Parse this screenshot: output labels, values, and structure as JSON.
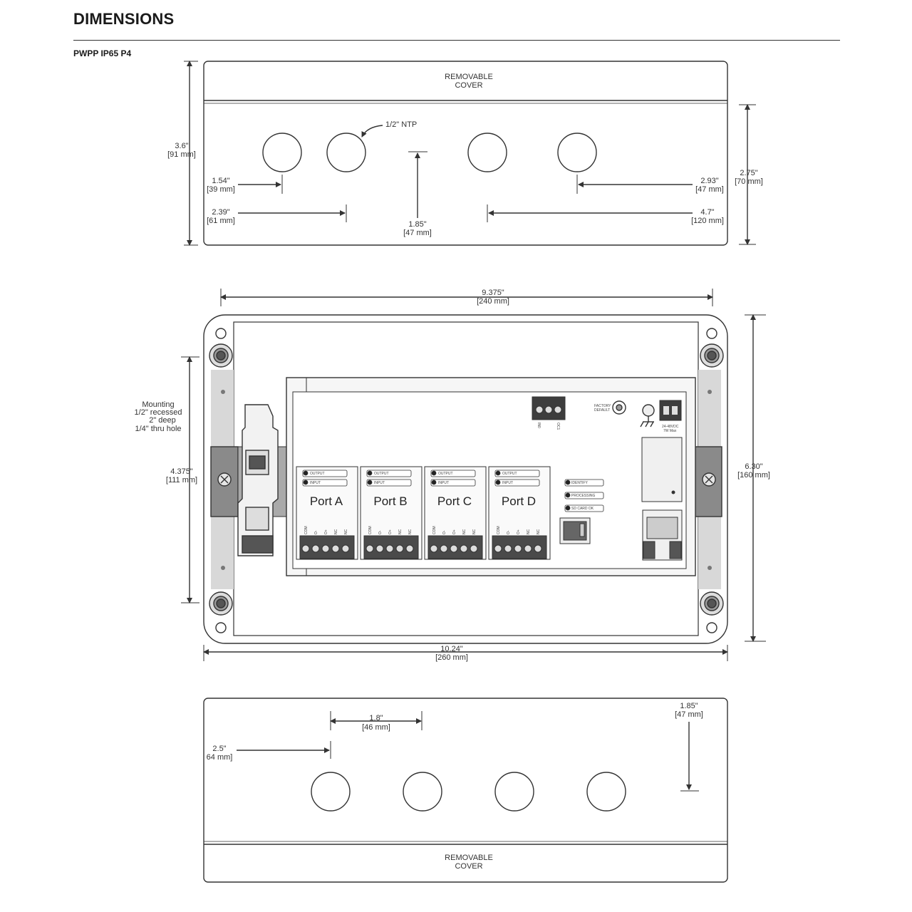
{
  "header": {
    "title": "DIMENSIONS",
    "model": "PWPP IP65 P4"
  },
  "top_view": {
    "cover_label_1": "REMOVABLE",
    "cover_label_2": "COVER",
    "conduit_label": "1/2\" NTP",
    "dims": {
      "height_in": "3.6\"",
      "height_mm": "[91 mm]",
      "d154_in": "1.54\"",
      "d154_mm": "[39 mm]",
      "d239_in": "2.39\"",
      "d239_mm": "[61 mm]",
      "d185_in": "1.85\"",
      "d185_mm": "[47 mm]",
      "d293_in": "2.93\"",
      "d293_mm": "[47 mm]",
      "d47_in": "4.7\"",
      "d47_mm": "[120 mm]",
      "d275_in": "2.75\"",
      "d275_mm": "[70 mm]"
    }
  },
  "front_view": {
    "width_in": "9.375\"",
    "width_mm": "[240 mm]",
    "total_width_in": "10.24\"",
    "total_width_mm": "[260 mm]",
    "height_in": "6.30\"",
    "height_mm": "[160 mm]",
    "mount_in": "4.375\"",
    "mount_mm": "[111 mm]",
    "mounting_note": [
      "Mounting",
      "1/2\" recessed",
      "2\" deep",
      "1/4\" thru hole"
    ],
    "ports": [
      {
        "label": "Port A"
      },
      {
        "label": "Port B"
      },
      {
        "label": "Port C"
      },
      {
        "label": "Port D"
      }
    ],
    "port_leds": [
      "OUTPUT",
      "INPUT"
    ],
    "terminal_labels": [
      "COM",
      "O-",
      "O+",
      "NC",
      "NC"
    ],
    "status_leds": [
      "IDENTIFY",
      "PROCESSING",
      "SD CARD OK"
    ],
    "connector_labels": [
      "IN0",
      "OC1"
    ],
    "factory_default": [
      "FACTORY",
      "DEFAULT"
    ],
    "power_label": [
      "24-48VDC",
      "7W Max"
    ]
  },
  "bottom_view": {
    "cover_label_1": "REMOVABLE",
    "cover_label_2": "COVER",
    "dims": {
      "d18_in": "1.8\"",
      "d18_mm": "[46 mm]",
      "d25_in": "2.5\"",
      "d25_mm": "64 mm]",
      "d185_in": "1.85\"",
      "d185_mm": "[47 mm]"
    }
  },
  "colors": {
    "line": "#333333",
    "rail": "#888888",
    "rail_light": "#d8d8d8"
  }
}
